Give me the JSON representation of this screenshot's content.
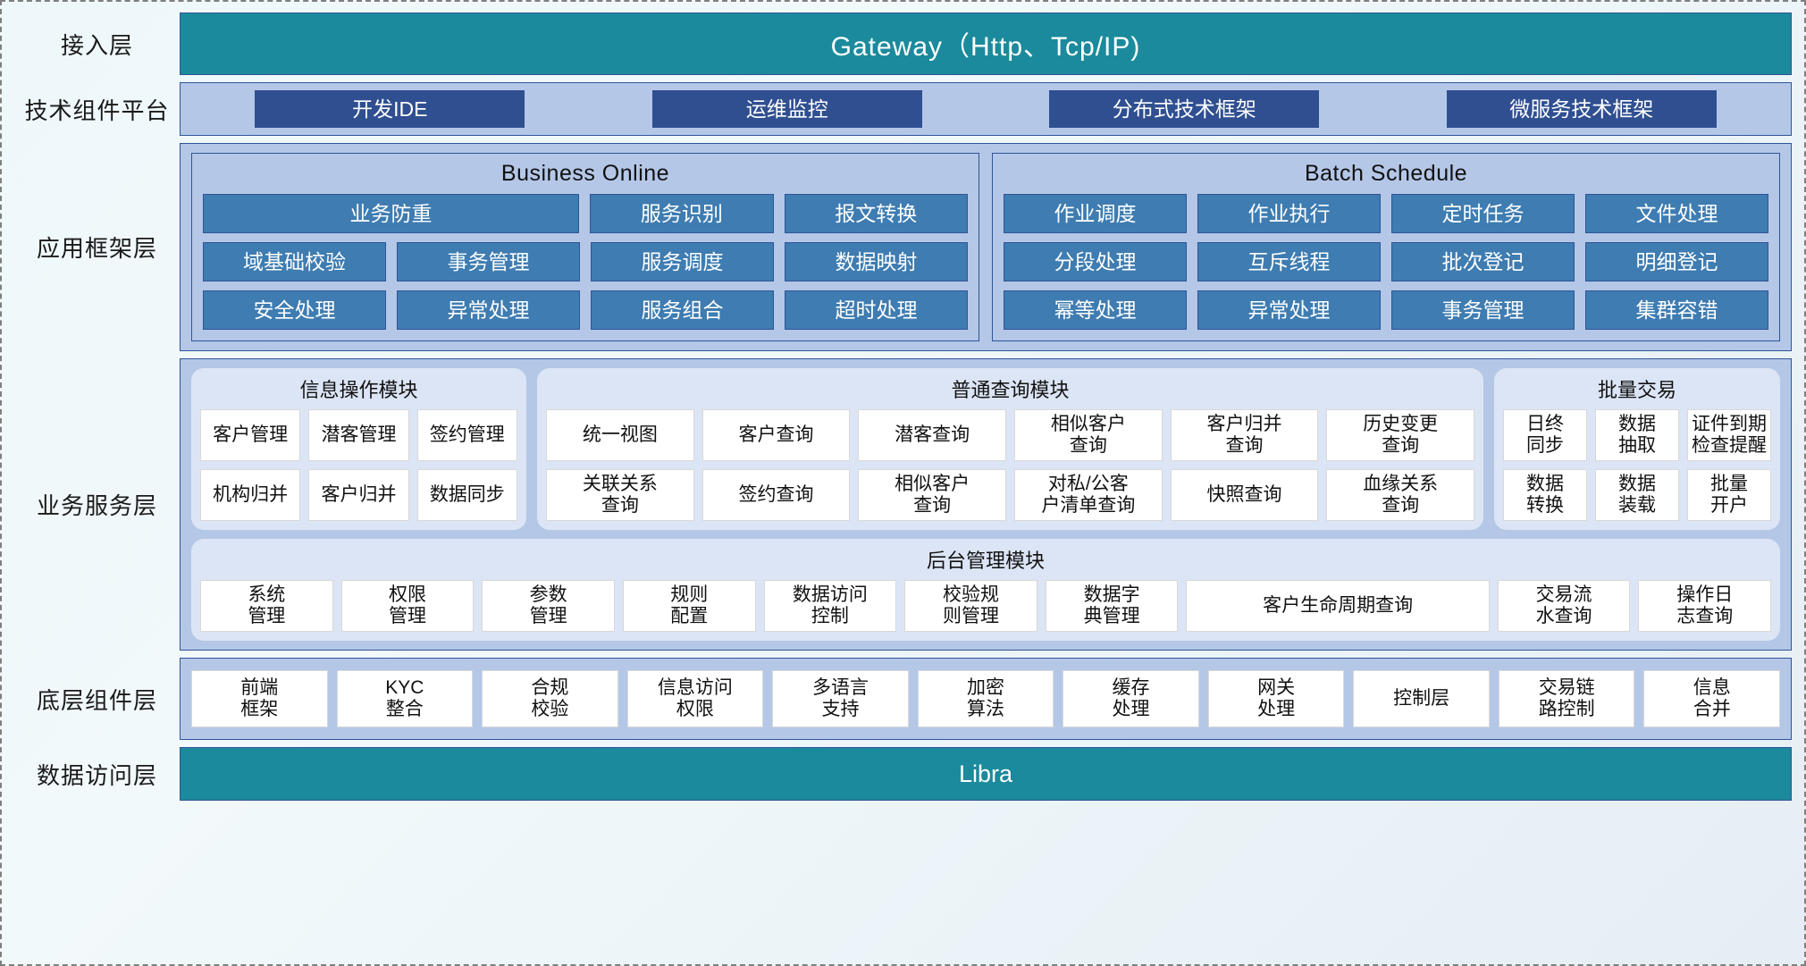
{
  "colors": {
    "teal": "#1b8a9c",
    "panel_blue": "#b4c7e7",
    "dark_blue": "#2f4f91",
    "cell_blue": "#3e7cb1",
    "module_bg": "#dce5f5",
    "border": "#2f5597"
  },
  "layers": {
    "access": {
      "label": "接入层",
      "gateway": "Gateway（Http、Tcp/IP)"
    },
    "tech_platform": {
      "label": "技术组件平台",
      "items": [
        "开发IDE",
        "运维监控",
        "分布式技术框架",
        "微服务技术框架"
      ]
    },
    "app_framework": {
      "label": "应用框架层",
      "panels": [
        {
          "title": "Business Online",
          "rows": [
            [
              "业务防重",
              "服务识别",
              "报文转换"
            ],
            [
              "域基础校验",
              "事务管理",
              "服务调度",
              "数据映射"
            ],
            [
              "安全处理",
              "异常处理",
              "服务组合",
              "超时处理"
            ]
          ]
        },
        {
          "title": "Batch Schedule",
          "rows": [
            [
              "作业调度",
              "作业执行",
              "定时任务",
              "文件处理"
            ],
            [
              "分段处理",
              "互斥线程",
              "批次登记",
              "明细登记"
            ],
            [
              "幂等处理",
              "异常处理",
              "事务管理",
              "集群容错"
            ]
          ]
        }
      ]
    },
    "business_service": {
      "label": "业务服务层",
      "modules_row1": [
        {
          "title": "信息操作模块",
          "rows": [
            [
              "客户管理",
              "潜客管理",
              "签约管理"
            ],
            [
              "机构归并",
              "客户归并",
              "数据同步"
            ]
          ]
        },
        {
          "title": "普通查询模块",
          "rows": [
            [
              "统一视图",
              "客户查询",
              "潜客查询",
              "相似客户\n查询",
              "客户归并\n查询",
              "历史变更\n查询"
            ],
            [
              "关联关系\n查询",
              "签约查询",
              "相似客户\n查询",
              "对私/公客\n户清单查询",
              "快照查询",
              "血缘关系\n查询"
            ]
          ]
        },
        {
          "title": "批量交易",
          "rows": [
            [
              "日终\n同步",
              "数据\n抽取",
              "证件到期\n检查提醒"
            ],
            [
              "数据\n转换",
              "数据\n装载",
              "批量\n开户"
            ]
          ]
        }
      ],
      "modules_row2": [
        {
          "title": "后台管理模块",
          "rows": [
            [
              "系统\n管理",
              "权限\n管理",
              "参数\n管理",
              "规则\n配置",
              "数据访问\n控制",
              "校验规\n则管理",
              "数据字\n典管理",
              "客户生命周期查询",
              "交易流\n水查询",
              "操作日\n志查询"
            ]
          ]
        }
      ]
    },
    "component": {
      "label": "底层组件层",
      "items": [
        "前端\n框架",
        "KYC\n整合",
        "合规\n校验",
        "信息访问\n权限",
        "多语言\n支持",
        "加密\n算法",
        "缓存\n处理",
        "网关\n处理",
        "控制层",
        "交易链\n路控制",
        "信息\n合并"
      ]
    },
    "data_access": {
      "label": "数据访问层",
      "title": "Libra"
    }
  }
}
